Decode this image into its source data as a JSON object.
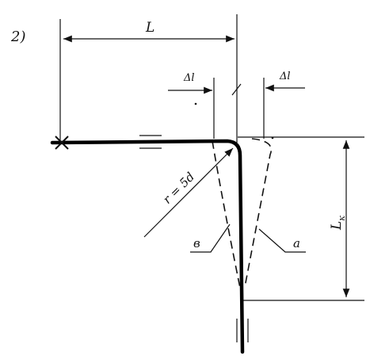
{
  "figure": {
    "panel_label": "2)",
    "dim_length": "L",
    "dim_delta_left": "Δl",
    "dim_delta_right": "Δl",
    "radius_label": "r = 5d",
    "dim_vertical_main": "L",
    "dim_vertical_sub": "к",
    "curve_label_b": "в",
    "curve_label_a": "а"
  },
  "colors": {
    "ink": "#111111",
    "paper": "#ffffff"
  }
}
